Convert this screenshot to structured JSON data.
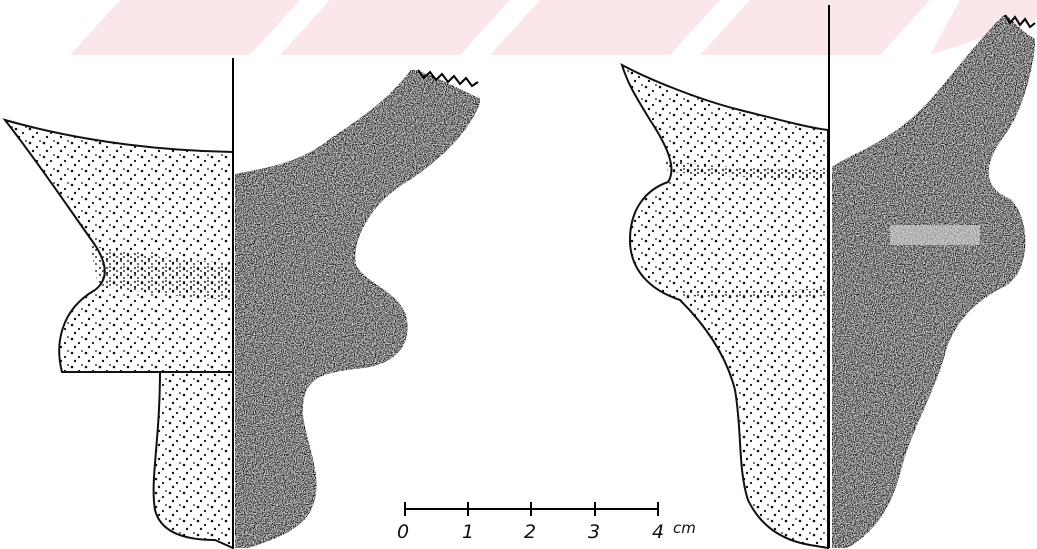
{
  "scale_bar": {
    "ticks": [
      "0",
      "1",
      "2",
      "3",
      "4"
    ],
    "unit": "cm"
  },
  "colors": {
    "ink": "#111111",
    "paper": "#ffffff",
    "watermark": "#fbe6ea"
  },
  "figures": [
    {
      "id": "left-vessel-fragment"
    },
    {
      "id": "right-vessel-fragment"
    }
  ]
}
